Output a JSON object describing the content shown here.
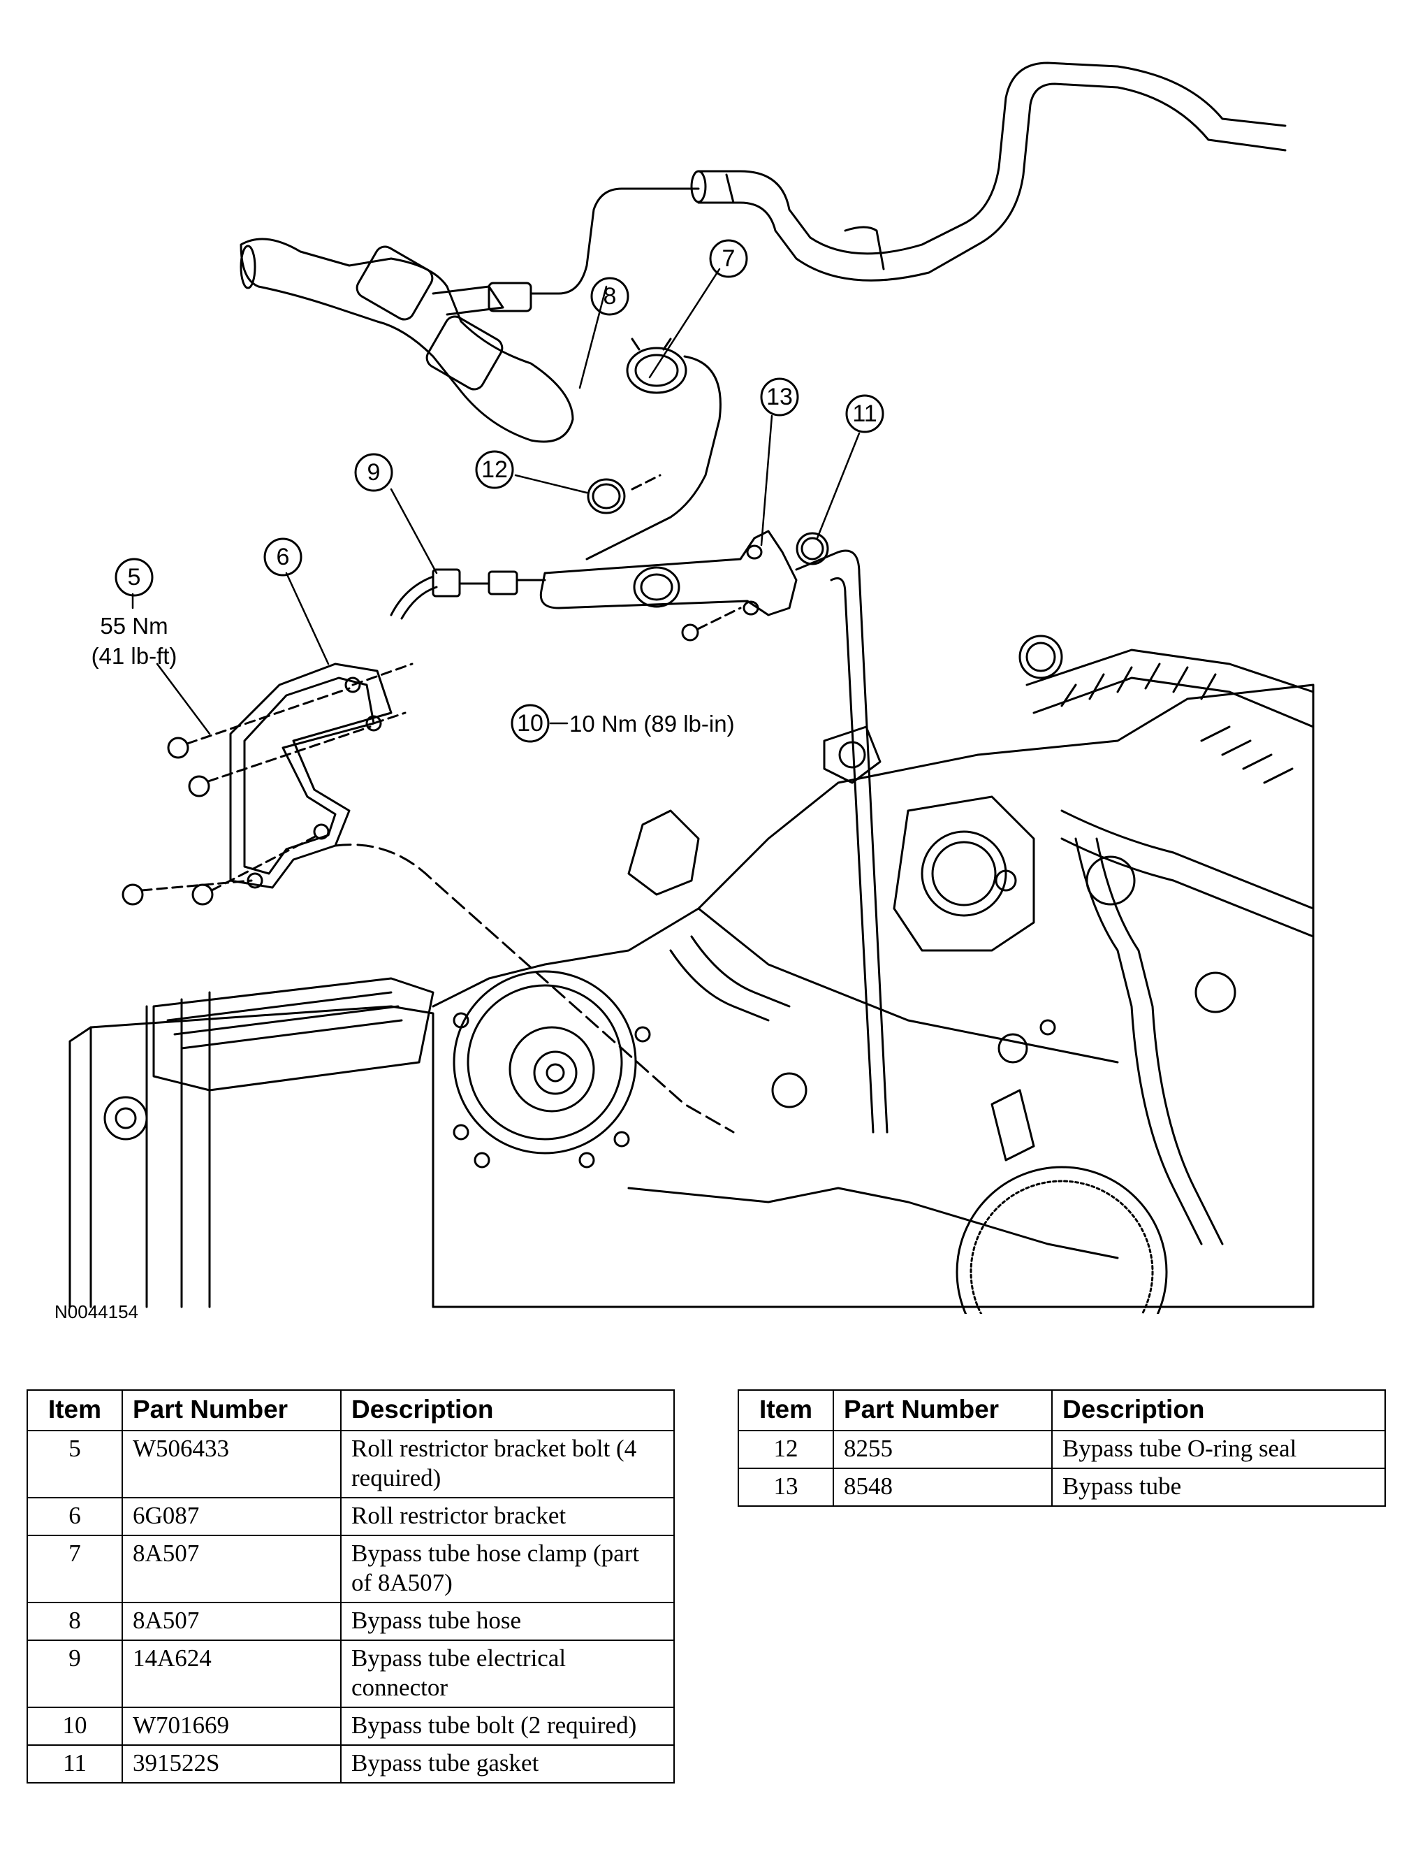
{
  "figure_id": "N0044154",
  "callouts": [
    {
      "id": "5",
      "torque_nm": "55 Nm",
      "torque_imperial": "(41 lb-ft)"
    },
    {
      "id": "6"
    },
    {
      "id": "7"
    },
    {
      "id": "8"
    },
    {
      "id": "9"
    },
    {
      "id": "10",
      "torque": "10 Nm (89 lb-in)"
    },
    {
      "id": "11"
    },
    {
      "id": "12"
    },
    {
      "id": "13"
    }
  ],
  "table_headers": {
    "item": "Item",
    "part_number": "Part Number",
    "description": "Description"
  },
  "table_left": [
    {
      "item": "5",
      "part_number": "W506433",
      "description": "Roll restrictor bracket bolt (4 required)"
    },
    {
      "item": "6",
      "part_number": "6G087",
      "description": "Roll restrictor bracket"
    },
    {
      "item": "7",
      "part_number": "8A507",
      "description": "Bypass tube hose clamp (part of 8A507)"
    },
    {
      "item": "8",
      "part_number": "8A507",
      "description": "Bypass tube hose"
    },
    {
      "item": "9",
      "part_number": "14A624",
      "description": "Bypass tube electrical connector"
    },
    {
      "item": "10",
      "part_number": "W701669",
      "description": "Bypass tube bolt (2 required)"
    },
    {
      "item": "11",
      "part_number": "391522S",
      "description": "Bypass tube gasket"
    }
  ],
  "table_right": [
    {
      "item": "12",
      "part_number": "8255",
      "description": "Bypass tube O-ring seal"
    },
    {
      "item": "13",
      "part_number": "8548",
      "description": "Bypass tube"
    }
  ]
}
